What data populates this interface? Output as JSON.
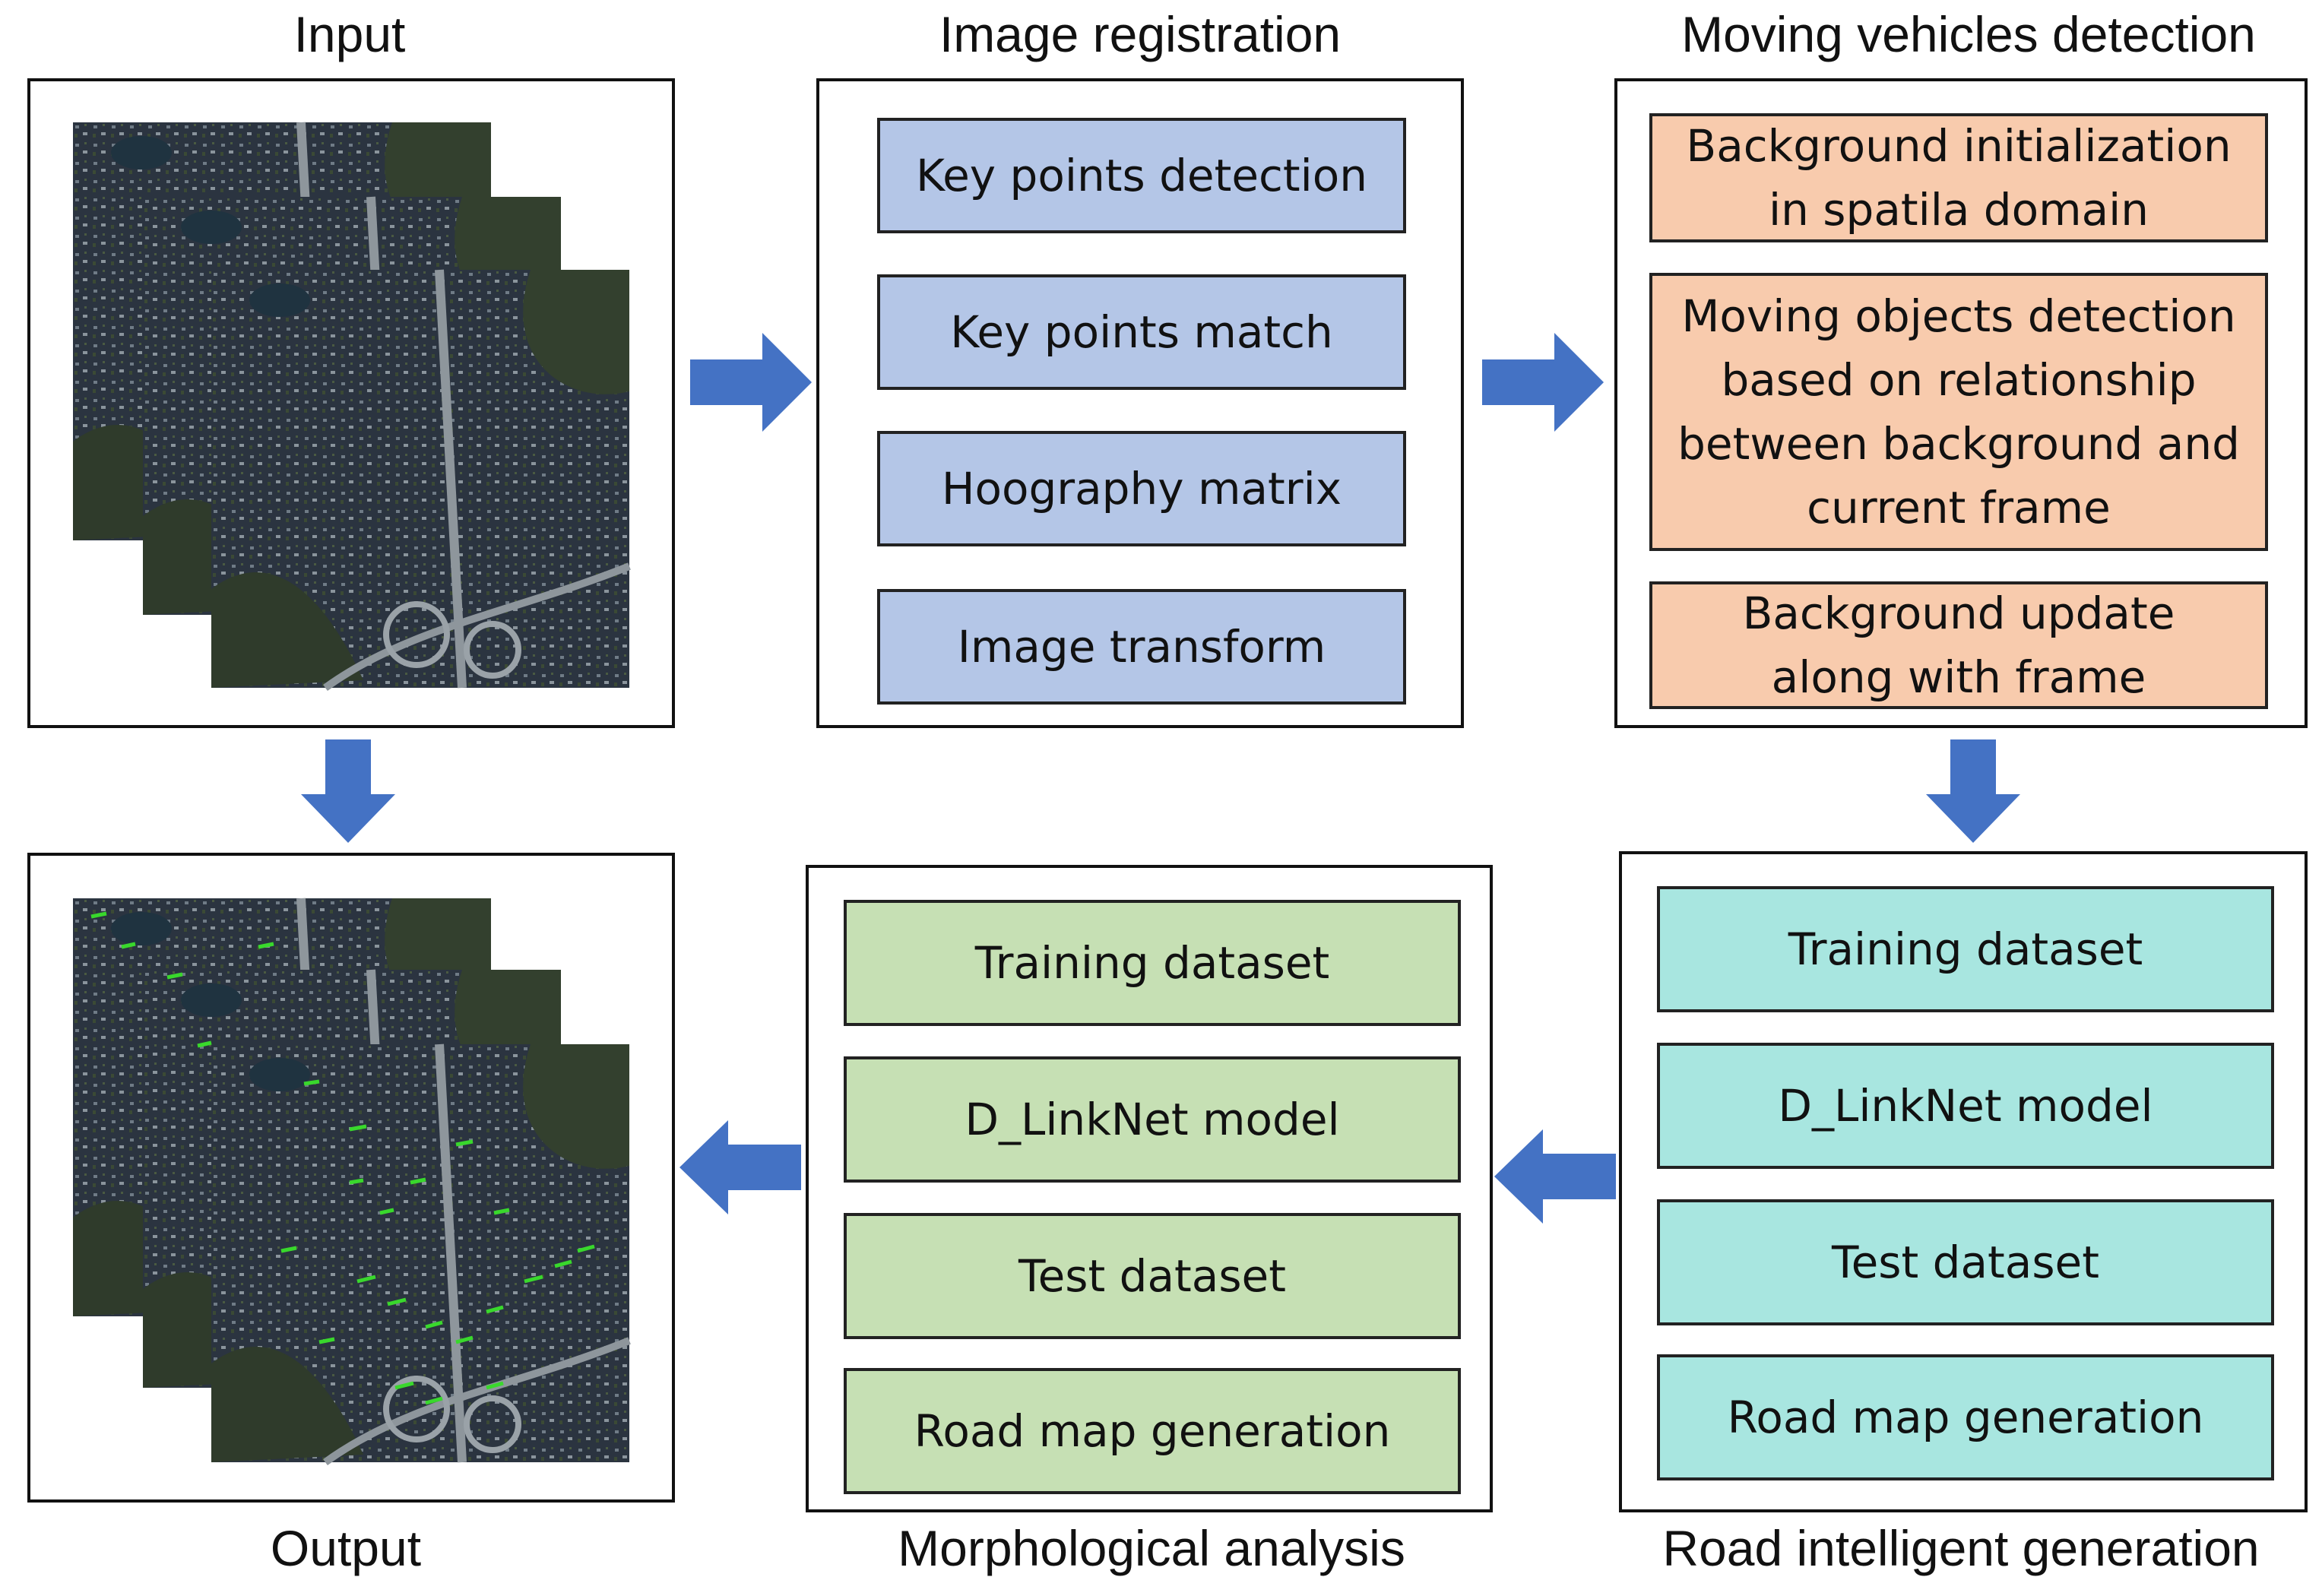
{
  "titles": {
    "input": "Input",
    "registration": "Image registration",
    "detection": "Moving vehicles detection",
    "output": "Output",
    "morphological": "Morphological analysis",
    "road_generation": "Road intelligent generation"
  },
  "registration_steps": [
    "Key points detection",
    "Key points match",
    "Hoography matrix",
    "Image transform"
  ],
  "detection_steps": [
    "Background initialization in spatila domain",
    "Moving objects detection based on relationship between background and current frame",
    "Background update along with frame"
  ],
  "morphological_steps": [
    "Training dataset",
    "D_LinkNet model",
    "Test dataset",
    "Road map generation"
  ],
  "road_generation_steps": [
    "Training dataset",
    "D_LinkNet model",
    "Test dataset",
    "Road map generation"
  ],
  "colors": {
    "arrow": "#4472c4",
    "registration": "#b4c6e7",
    "detection": "#f8cbad",
    "morphological": "#c6e0b4",
    "road_generation": "#a8e6e0",
    "detections": "#39d82c"
  },
  "images": {
    "input": "aerial-image-stack",
    "output": "aerial-image-stack-with-detections"
  }
}
